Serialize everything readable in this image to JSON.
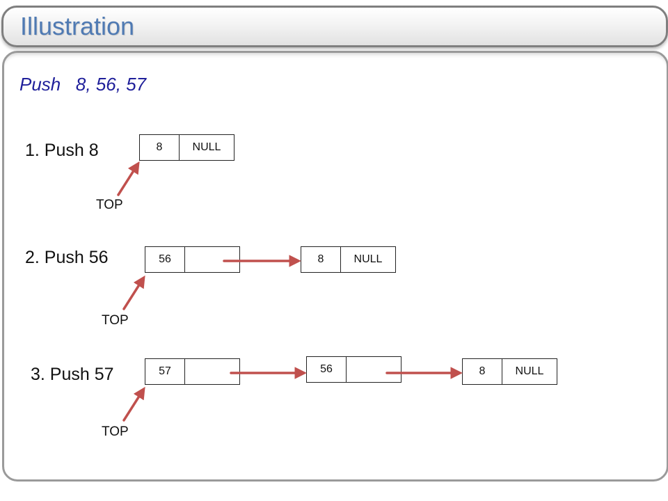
{
  "slide": {
    "title": "Illustration",
    "subtitle": "Push   8, 56, 57"
  },
  "steps": [
    {
      "label": "1. Push 8",
      "top_label": "TOP",
      "nodes": [
        {
          "value": "8",
          "next": "NULL"
        }
      ]
    },
    {
      "label": "2. Push 56",
      "top_label": "TOP",
      "nodes": [
        {
          "value": "56",
          "next": ""
        },
        {
          "value": "8",
          "next": "NULL"
        }
      ]
    },
    {
      "label": "3. Push 57",
      "top_label": "TOP",
      "nodes": [
        {
          "value": "57",
          "next": ""
        },
        {
          "value": "56",
          "next": ""
        },
        {
          "value": "8",
          "next": "NULL"
        }
      ]
    }
  ],
  "colors": {
    "title": "#4f7ab3",
    "subtitle": "#1f1f9a",
    "arrow": "#c0504d"
  }
}
